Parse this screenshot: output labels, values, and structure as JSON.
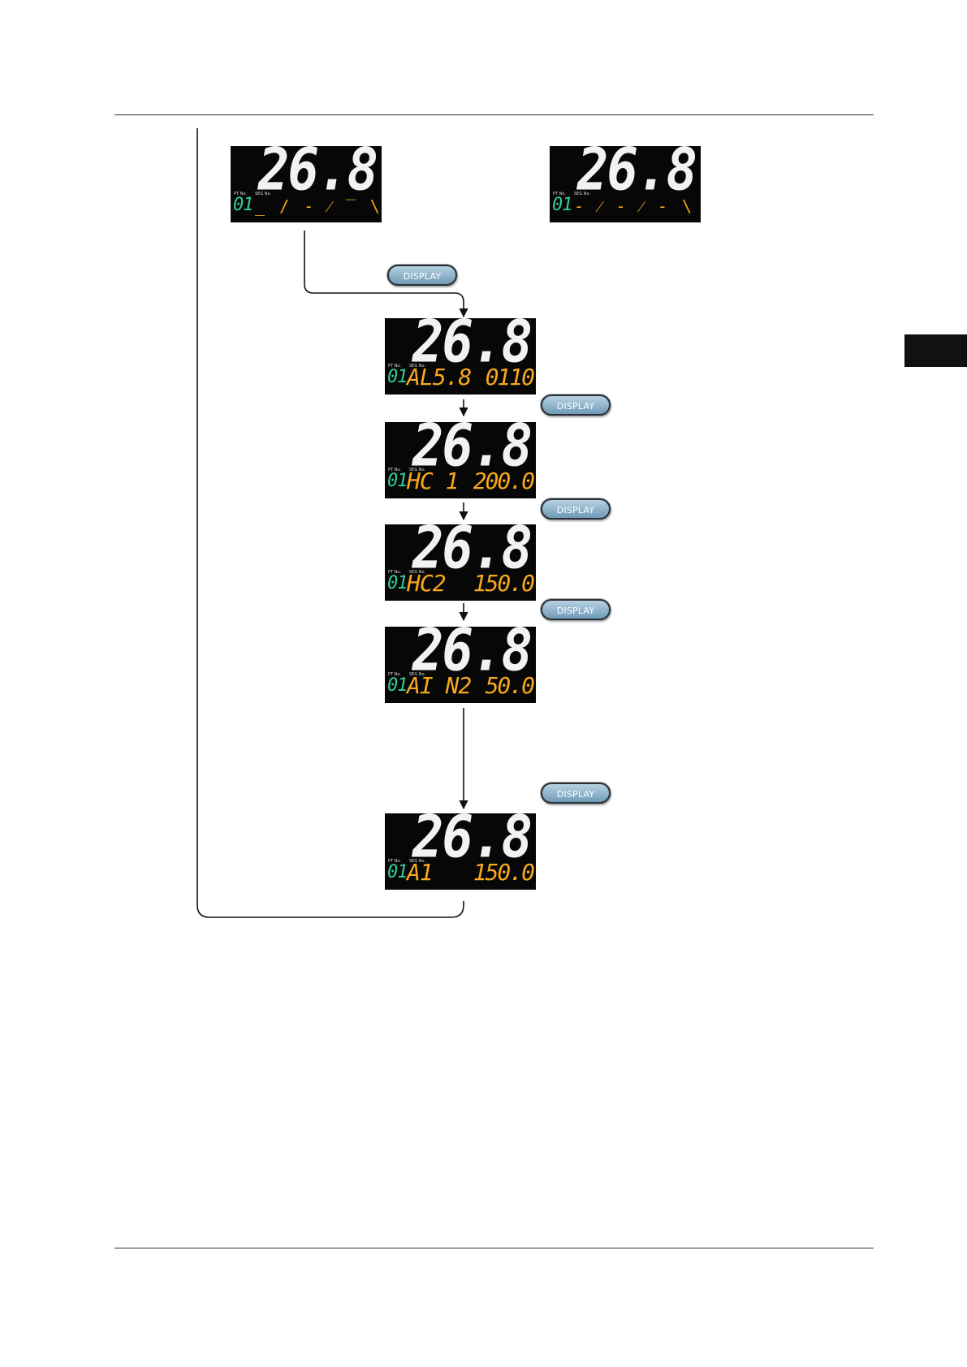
{
  "key_label": "DISPLAY",
  "lcd_labels": {
    "pt": "PT No.",
    "seg": "SEG No."
  },
  "screens": [
    {
      "pv": "26.8",
      "pt": "01",
      "param": "",
      "value": "",
      "pattern": "_ / - ⁄ ‾ \\ - \\ _"
    },
    {
      "pv": "26.8",
      "pt": "01",
      "param": "",
      "value": "",
      "pattern": "- ⁄ - ⁄ - \\ - \\ -"
    },
    {
      "pv": "26.8",
      "pt": "01",
      "param": "AL5.8",
      "value": "0110",
      "pattern": ""
    },
    {
      "pv": "26.8",
      "pt": "01",
      "param": "HC 1",
      "value": "200.0",
      "pattern": ""
    },
    {
      "pv": "26.8",
      "pt": "01",
      "param": "HC2",
      "value": "150.0",
      "pattern": ""
    },
    {
      "pv": "26.8",
      "pt": "01",
      "param": "AI N2",
      "value": "50.0",
      "pattern": ""
    },
    {
      "pv": "26.8",
      "pt": "01",
      "param": "A1",
      "value": "150.0",
      "pattern": ""
    }
  ]
}
